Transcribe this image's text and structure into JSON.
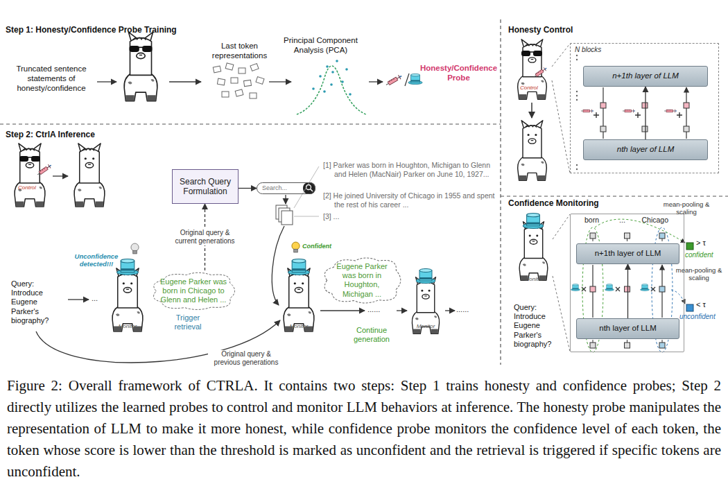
{
  "diagram": {
    "caption": "Figure 2: Overall framework of CTRLA. It contains two steps: Step 1 trains honesty and confidence probes; Step 2 directly utilizes the learned probes to control and monitor LLM behaviors at inference. The honesty probe manipulates the representation of LLM to make it more honest, while confidence probe monitors the confidence level of each token, the token whose score is lower than the threshold is marked as unconfident and the retrieval is triggered if specific tokens are unconfident.",
    "nodes": [
      {
        "text": [
          "Search Query Formulation"
        ]
      },
      {
        "text": [
          "Search..."
        ]
      },
      {
        "text": [
          "Eugene Parker was born in Chicago to Glenn and Helen ..."
        ]
      },
      {
        "text": [
          "Eugene Parker was born in Houghton, Michigan ..."
        ]
      },
      {
        "text": [
          "N blocks"
        ]
      },
      {
        "text": [
          "n+1th layer of LLM"
        ],
        "in": 4
      },
      {
        "text": [
          "nth layer of LLM"
        ],
        "in": 4
      },
      {
        "text": [
          "born",
          "Chicago"
        ]
      },
      {
        "text": [
          "n+1th layer of LLM"
        ],
        "in": 7
      },
      {
        "text": [
          "nth layer of LLM"
        ],
        "in": 7
      }
    ],
    "edges": [
      {
        "from": 0,
        "to": 1,
        "arrow": "to"
      },
      {
        "from": 2,
        "to": 0,
        "label": "Original query & current generations",
        "arrow": "to"
      },
      {
        "from": 6,
        "to": 5,
        "arrow": "to"
      },
      {
        "from": 9,
        "to": 8,
        "arrow": "to"
      }
    ],
    "labels": [
      "Step 1: Honesty/Confidence Probe Training",
      "Truncated sentence statements of honesty/confidence",
      "Last token representations",
      "Principal Component Analysis (PCA)",
      "Honesty/Confidence Probe",
      "Step 2: CtrlA Inference",
      "Control",
      "[1] Parker was born in Houghton, Michigan to Glenn and Helen (MacNair) Parker on June 10, 1927...",
      "[2] He joined University of Chicago in 1955 and spent the rest of his career ...",
      "[3] ...",
      "Unconfidence detected!!!",
      "Trigger retrieval",
      "Monitor",
      "Monitor",
      "Monitor",
      "Confident",
      "Continue generation",
      "......",
      "......",
      "Query: Introduce Eugene Parker's biography?",
      "Original query & previous generations",
      "...",
      "Honesty Control",
      "Control",
      "Confidence Monitoring",
      "mean-pooling & scaling",
      "> τ",
      "confident",
      "mean-pooling & scaling",
      "< τ",
      "unconfident",
      "Query: Introduce Eugene Parker's biography?",
      "Monitor",
      "..."
    ]
  }
}
